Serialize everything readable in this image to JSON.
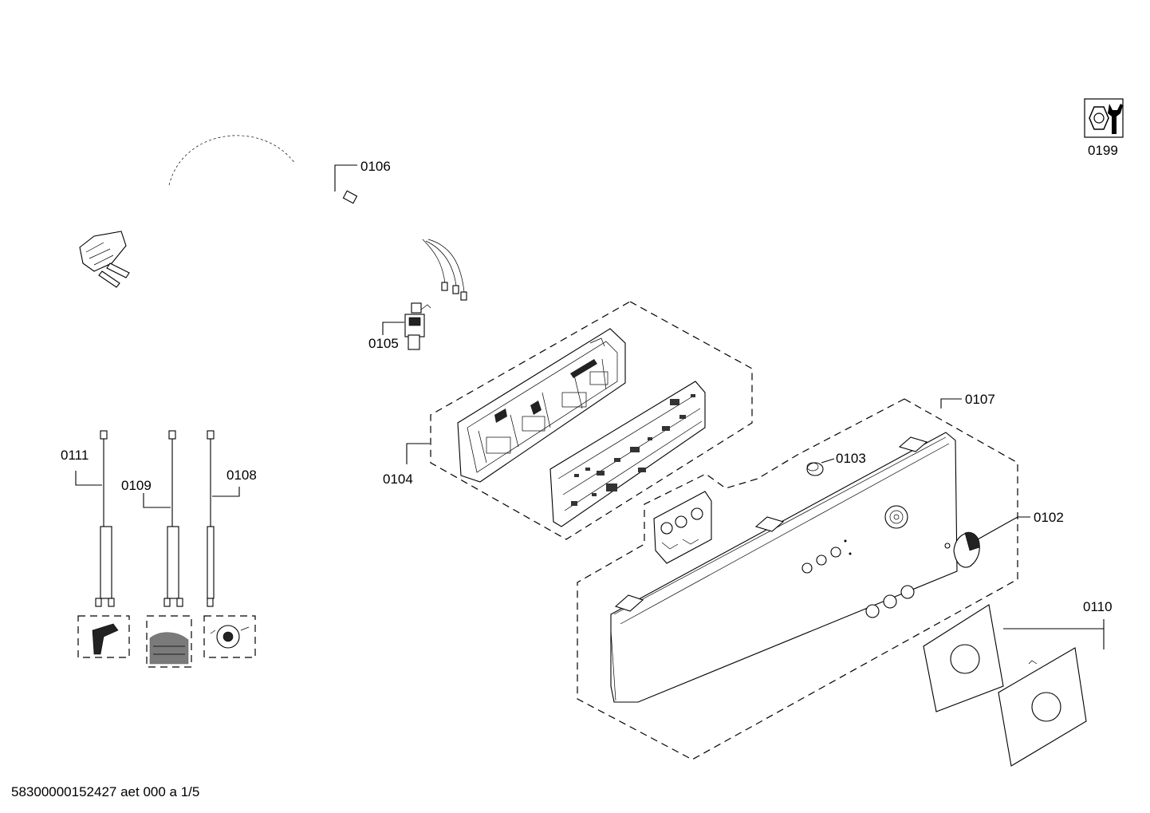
{
  "labels": {
    "p0199": "0199",
    "p0106": "0106",
    "p0105": "0105",
    "p0104": "0104",
    "p0107": "0107",
    "p0103": "0103",
    "p0102": "0102",
    "p0110": "0110",
    "p0111": "0111",
    "p0109": "0109",
    "p0108": "0108"
  },
  "footer": "58300000152427 aet 000 a 1/5",
  "icons": {
    "service": "wrench-nut-icon"
  }
}
